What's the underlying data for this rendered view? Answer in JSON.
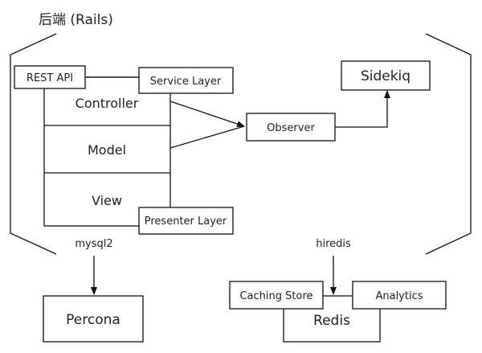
{
  "title": "后端 (Rails)",
  "rails_layers": {
    "rest_api": "REST API",
    "service_layer": "Service Layer",
    "controller": "Controller",
    "model": "Model",
    "view": "View",
    "presenter_layer": "Presenter Layer"
  },
  "observer": "Observer",
  "sidekiq": "Sidekiq",
  "database": {
    "driver": "mysql2",
    "name": "Percona"
  },
  "cache": {
    "driver": "hiredis",
    "caching_store": "Caching Store",
    "analytics": "Analytics",
    "name": "Redis"
  }
}
